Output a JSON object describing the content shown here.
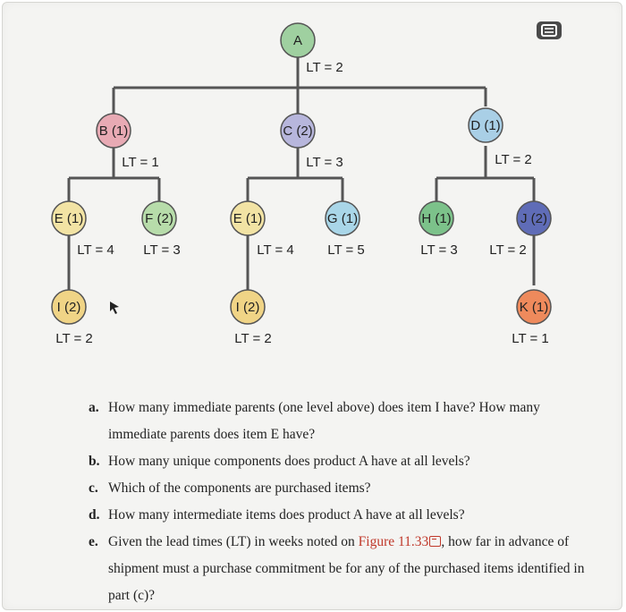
{
  "corner_icon": "glossary-icon",
  "nodes": [
    {
      "id": "A",
      "label": "A",
      "color": "#9fd0a0"
    },
    {
      "id": "B",
      "label": "B (1)",
      "color": "#e8aab4"
    },
    {
      "id": "C",
      "label": "C (2)",
      "color": "#b7b6dc"
    },
    {
      "id": "D",
      "label": "D (1)",
      "color": "#a9cfe6"
    },
    {
      "id": "E1",
      "label": "E (1)",
      "color": "#f2e3a4"
    },
    {
      "id": "F",
      "label": "F (2)",
      "color": "#b7dcaa"
    },
    {
      "id": "E2",
      "label": "E (1)",
      "color": "#f2e3a4"
    },
    {
      "id": "G",
      "label": "G (1)",
      "color": "#a9d6e8"
    },
    {
      "id": "H",
      "label": "H (1)",
      "color": "#7cc28a"
    },
    {
      "id": "J",
      "label": "J (2)",
      "color": "#5f6cb7"
    },
    {
      "id": "I1",
      "label": "I (2)",
      "color": "#f0d486"
    },
    {
      "id": "I2",
      "label": "I (2)",
      "color": "#f0d486"
    },
    {
      "id": "K",
      "label": "K (1)",
      "color": "#ee8a5c"
    }
  ],
  "lead_times": {
    "A": "LT = 2",
    "B": "LT = 1",
    "C": "LT = 3",
    "D": "LT = 2",
    "E1": "LT = 4",
    "F": "LT = 3",
    "E2": "LT = 4",
    "G": "LT = 5",
    "H": "LT = 3",
    "J": "LT = 2",
    "I1": "LT = 2",
    "I2": "LT = 2",
    "K": "LT = 1"
  },
  "questions": [
    {
      "letter": "a.",
      "text": "How many immediate parents (one level above) does item I have? How many immediate parents does item E have?"
    },
    {
      "letter": "b.",
      "text": "How many unique components does product A have at all levels?"
    },
    {
      "letter": "c.",
      "text": "Which of the components are purchased items?"
    },
    {
      "letter": "d.",
      "text": "How many intermediate items does product A have at all levels?"
    },
    {
      "letter": "e.",
      "before": "Given the lead times (LT) in weeks noted on ",
      "figure": "Figure 11.33",
      "after": ", how far in advance of shipment must a purchase commitment be for any of the purchased items identified in part (c)?"
    }
  ]
}
